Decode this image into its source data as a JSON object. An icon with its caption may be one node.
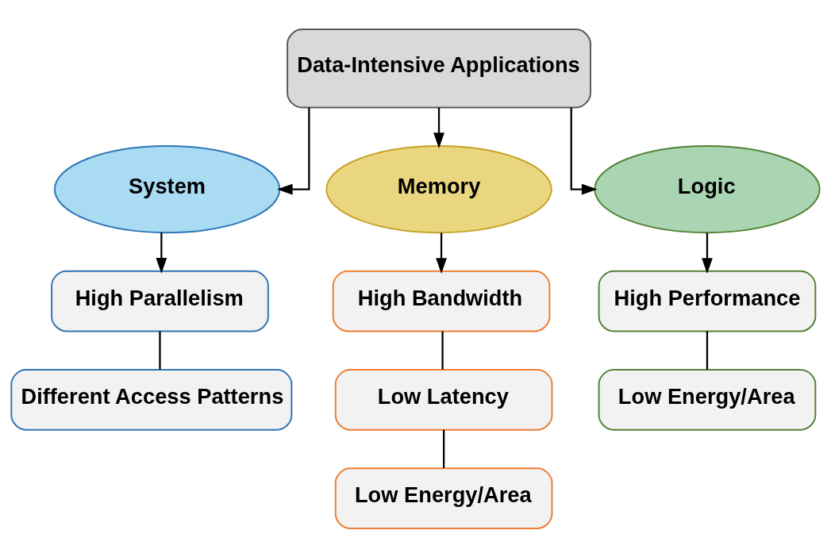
{
  "diagram": {
    "nodes": [
      {
        "text": [
          "Data-Intensive Applications"
        ]
      },
      {
        "text": [
          "System"
        ]
      },
      {
        "text": [
          "Memory"
        ]
      },
      {
        "text": [
          "Logic"
        ]
      },
      {
        "text": [
          "High Parallelism"
        ]
      },
      {
        "text": [
          "Different Access Patterns"
        ]
      },
      {
        "text": [
          "High Bandwidth"
        ]
      },
      {
        "text": [
          "Low Latency"
        ]
      },
      {
        "text": [
          "Low Energy/Area"
        ]
      },
      {
        "text": [
          "High Performance"
        ]
      },
      {
        "text": [
          "Low Energy/Area"
        ]
      }
    ],
    "edges": [
      {
        "from": 0,
        "to": 1,
        "arrow": "to"
      },
      {
        "from": 0,
        "to": 2,
        "arrow": "to"
      },
      {
        "from": 0,
        "to": 3,
        "arrow": "to"
      },
      {
        "from": 1,
        "to": 4,
        "arrow": "to"
      },
      {
        "from": 2,
        "to": 6,
        "arrow": "to"
      },
      {
        "from": 3,
        "to": 9,
        "arrow": "to"
      },
      {
        "from": 4,
        "to": 5,
        "arrow": "none"
      },
      {
        "from": 6,
        "to": 7,
        "arrow": "none"
      },
      {
        "from": 7,
        "to": 8,
        "arrow": "none"
      },
      {
        "from": 9,
        "to": 10,
        "arrow": "none"
      }
    ]
  }
}
